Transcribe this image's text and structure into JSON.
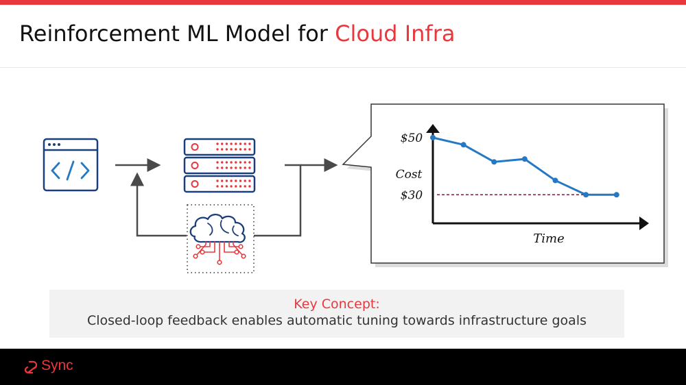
{
  "slide": {
    "title_main": "Reinforcement ML Model for ",
    "title_accent": "Cloud Infra",
    "accent_color": "#e8383d",
    "icon_color": "#1a3f7a",
    "line_color": "#4a4a4a"
  },
  "diagram": {
    "nodes": [
      {
        "name": "code-window",
        "icon": "code-window-icon"
      },
      {
        "name": "server-stack",
        "icon": "server-stack-icon"
      },
      {
        "name": "ml-model",
        "icon": "brain-circuit-icon"
      }
    ]
  },
  "chart_data": {
    "type": "line",
    "x": [
      0,
      1,
      2,
      3,
      4,
      5,
      6
    ],
    "series": [
      {
        "values": [
          50,
          47.5,
          41.5,
          42.5,
          35,
          30,
          30
        ],
        "color": "#2478c4"
      }
    ],
    "threshold": {
      "value": 30,
      "style": "dashed",
      "color": "#7a1f3a"
    },
    "ylabel": "Cost",
    "xlabel": "Time",
    "ytick_labels": [
      {
        "value": 50,
        "label": "$50"
      },
      {
        "value": 30,
        "label": "$30"
      }
    ],
    "ylim": [
      20,
      55
    ],
    "xlim": [
      0,
      6.7
    ],
    "grid": false
  },
  "key_concept": {
    "heading": "Key Concept:",
    "text": "Closed-loop feedback enables automatic tuning towards infrastructure goals"
  },
  "footer": {
    "brand": "Sync",
    "logo_icon": "sync-link-icon"
  }
}
